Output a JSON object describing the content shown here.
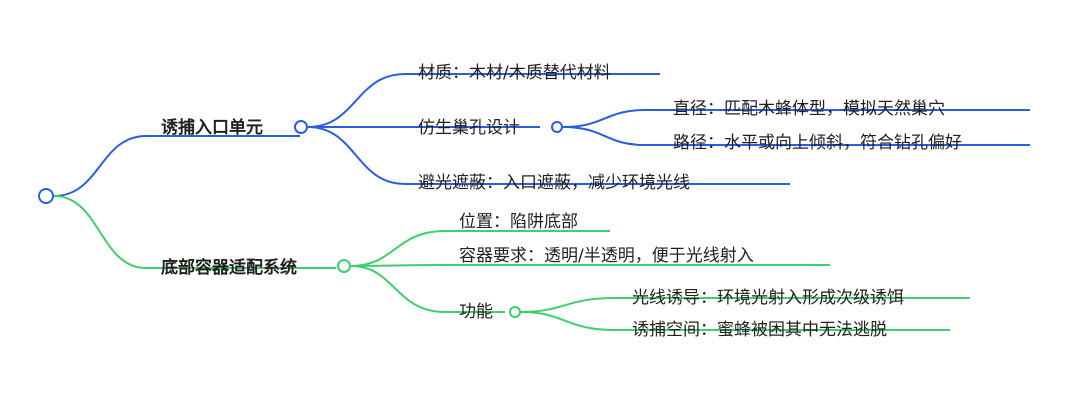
{
  "mindmap": {
    "colors": {
      "blue": "#2b5de0",
      "green": "#3ecf6e"
    },
    "branches": [
      {
        "label": "诱捕入口单元",
        "color": "blue",
        "children": [
          {
            "label": "材质：木材/木质替代材料"
          },
          {
            "label": "仿生巢孔设计",
            "children": [
              {
                "label": "直径：匹配木蜂体型，模拟天然巢穴"
              },
              {
                "label": "路径：水平或向上倾斜，符合钻孔偏好"
              }
            ]
          },
          {
            "label": "避光遮蔽：入口遮蔽，减少环境光线"
          }
        ]
      },
      {
        "label": "底部容器适配系统",
        "color": "green",
        "children": [
          {
            "label": "位置：陷阱底部"
          },
          {
            "label": "容器要求：透明/半透明，便于光线射入"
          },
          {
            "label": "功能",
            "children": [
              {
                "label": "光线诱导：环境光射入形成次级诱饵"
              },
              {
                "label": "诱捕空间：蜜蜂被困其中无法逃脱"
              }
            ]
          }
        ]
      }
    ]
  }
}
